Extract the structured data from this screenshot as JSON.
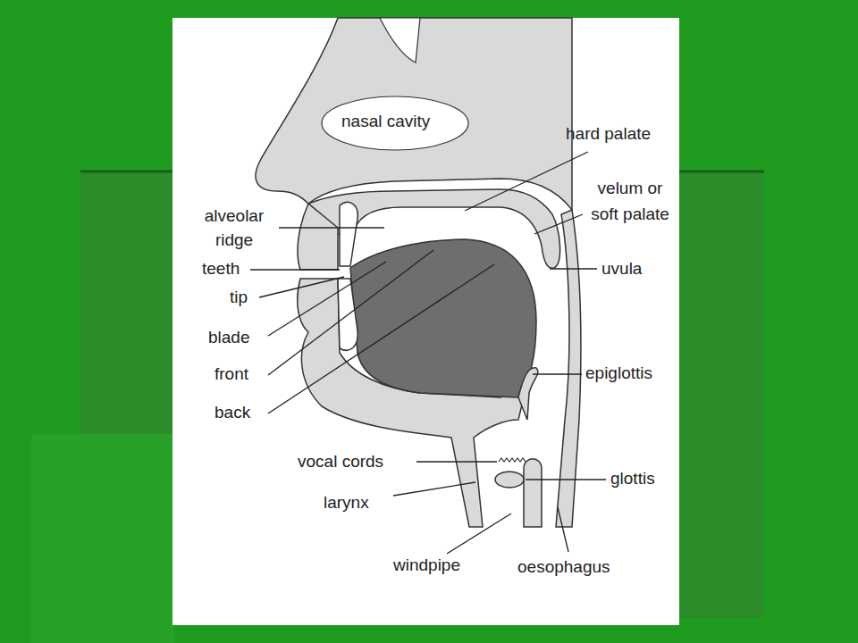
{
  "diagram": {
    "labels": [
      "nasal cavity",
      "hard palate",
      "velum or soft palate",
      "alveolar ridge",
      "teeth",
      "tip",
      "blade",
      "front",
      "back",
      "uvula",
      "epiglottis",
      "vocal cords",
      "glottis",
      "larynx",
      "windpipe",
      "oesophagus"
    ]
  }
}
